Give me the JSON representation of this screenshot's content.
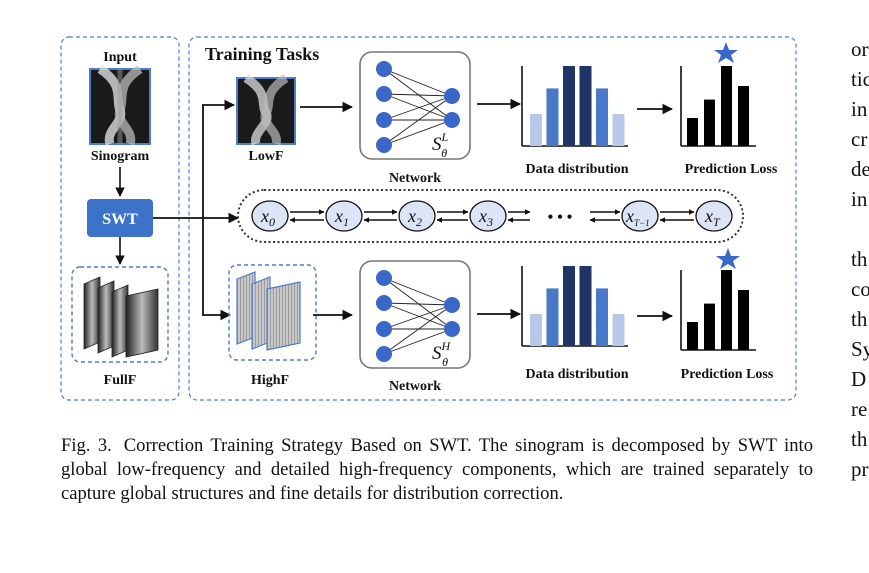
{
  "figure": {
    "input_label": "Input",
    "sinogram_label": "Sinogram",
    "swt_label": "SWT",
    "fullf_label": "FullF",
    "training_tasks_label": "Training Tasks",
    "lowf_label": "LowF",
    "highf_label": "HighF",
    "network_label_top": "Network",
    "network_label_bottom": "Network",
    "network_symbol_low": "S",
    "network_symbol_low_sup": "L",
    "network_symbol_low_sub": "θ",
    "network_symbol_high": "S",
    "network_symbol_high_sup": "H",
    "network_symbol_high_sub": "θ",
    "data_distribution_top": "Data distribution",
    "data_distribution_bottom": "Data distribution",
    "prediction_loss_top": "Prediction Loss",
    "prediction_loss_bottom": "Prediction Loss",
    "chain_nodes": [
      {
        "base": "x",
        "sub": "0"
      },
      {
        "base": "x",
        "sub": "1"
      },
      {
        "base": "x",
        "sub": "2"
      },
      {
        "base": "x",
        "sub": "3"
      },
      {
        "base": "x",
        "sub": "T−1"
      },
      {
        "base": "x",
        "sub": "T"
      }
    ],
    "chain_ellipsis": "• • •",
    "colors": {
      "border_blue": "#4a7ec8",
      "swt_fill": "#3d72c9",
      "node_fill": "#3b67c8",
      "chain_fill": "#dde4f5",
      "bar_light": "#b9c7e8",
      "bar_mid": "#4a78c9",
      "bar_dark": "#1e3566",
      "star": "#3b67c8"
    }
  },
  "distribution_bars": {
    "top": [
      0.4,
      0.72,
      1.0,
      1.0,
      0.72,
      0.4
    ],
    "bottom": [
      0.4,
      0.72,
      1.0,
      1.0,
      0.72,
      0.4
    ]
  },
  "loss_bars": {
    "top": [
      0.35,
      0.58,
      1.0,
      0.75
    ],
    "bottom": [
      0.35,
      0.58,
      1.0,
      0.75
    ]
  },
  "caption": {
    "label": "Fig. 3.",
    "text": "Correction Training Strategy Based on SWT. The sinogram is decomposed by SWT into global low-frequency and detailed high-frequency components, which are trained separately to capture global structures and fine details for distribution correction."
  },
  "side_column": {
    "fragments_1": [
      "or",
      "tic",
      "in",
      "cr",
      "de",
      "in"
    ],
    "fragments_2": [
      "th",
      "co",
      "th",
      "Sy",
      "D",
      "re",
      "th",
      "pr"
    ]
  }
}
